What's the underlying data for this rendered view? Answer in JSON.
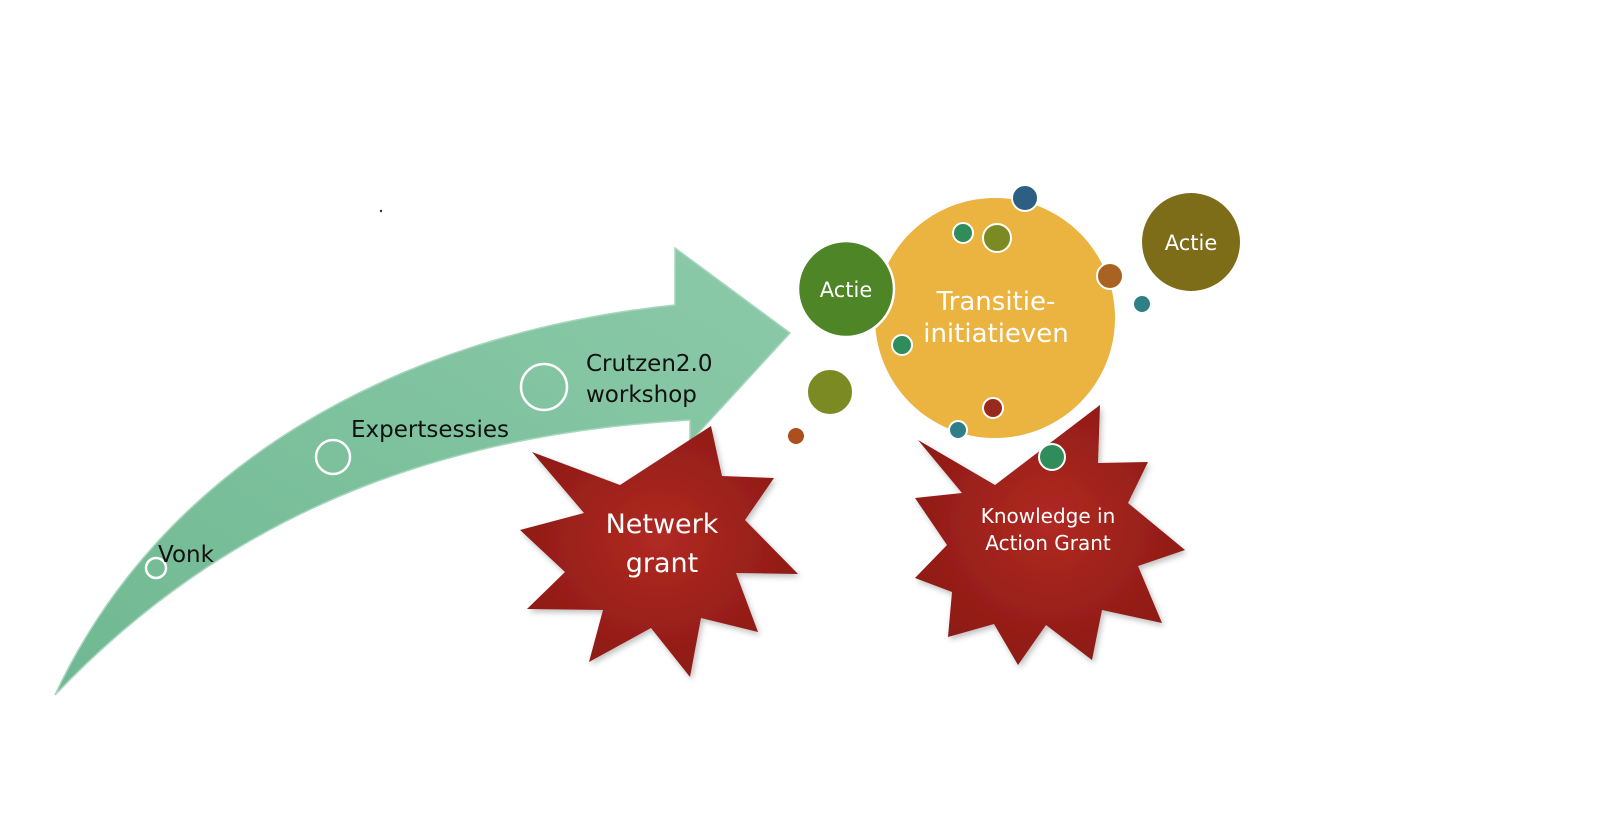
{
  "stages": [
    "Vonk",
    "Expertsessies",
    "Crutzen2.0",
    "workshop"
  ],
  "grants": {
    "network": [
      "Netwerk",
      "grant"
    ],
    "knowledge": [
      "Knowledge in",
      "Action Grant"
    ]
  },
  "hub": [
    "Transitie-",
    "initiatieven"
  ],
  "actions": [
    "Actie",
    "Actie"
  ],
  "colors": {
    "arrow": "#7fbf9e",
    "arrow_edge": "#a6d6bd",
    "hub": "#ebb33f",
    "starburst": "#8e1a16",
    "action_left": "#4e8526",
    "action_right": "#7d6c18",
    "dot_olive": "#7b8a22",
    "dot_green": "#2f8d5c",
    "dot_teal": "#2e7f88",
    "dot_navy": "#2c5f82",
    "dot_brown": "#a86323",
    "dot_red": "#972a1c",
    "dot_rust": "#ad4f1c"
  },
  "icons": [
    "hollow-circle-marker",
    "starburst-shape",
    "small-dot"
  ]
}
